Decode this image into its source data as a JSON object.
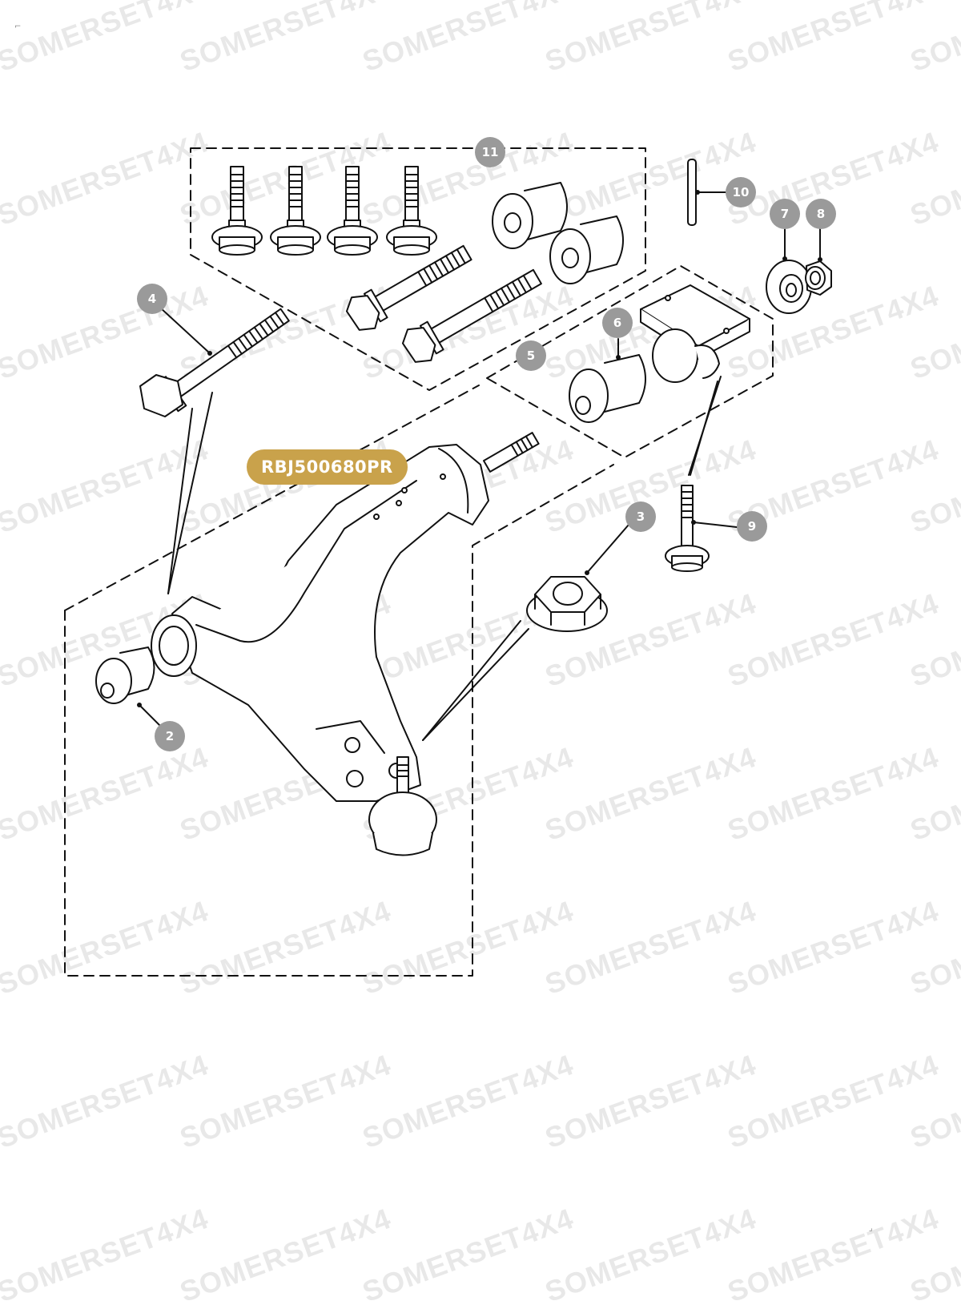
{
  "diagram": {
    "part_number": "RBJ500680PR",
    "watermark_text": "SOMERSET4X4",
    "callouts": [
      "2",
      "3",
      "4",
      "5",
      "6",
      "7",
      "8",
      "9",
      "10",
      "11"
    ],
    "colors": {
      "callout": "#9a9a9a",
      "badge": "#c9a24b",
      "line": "#111111",
      "watermark": "#d7d7d7"
    }
  }
}
